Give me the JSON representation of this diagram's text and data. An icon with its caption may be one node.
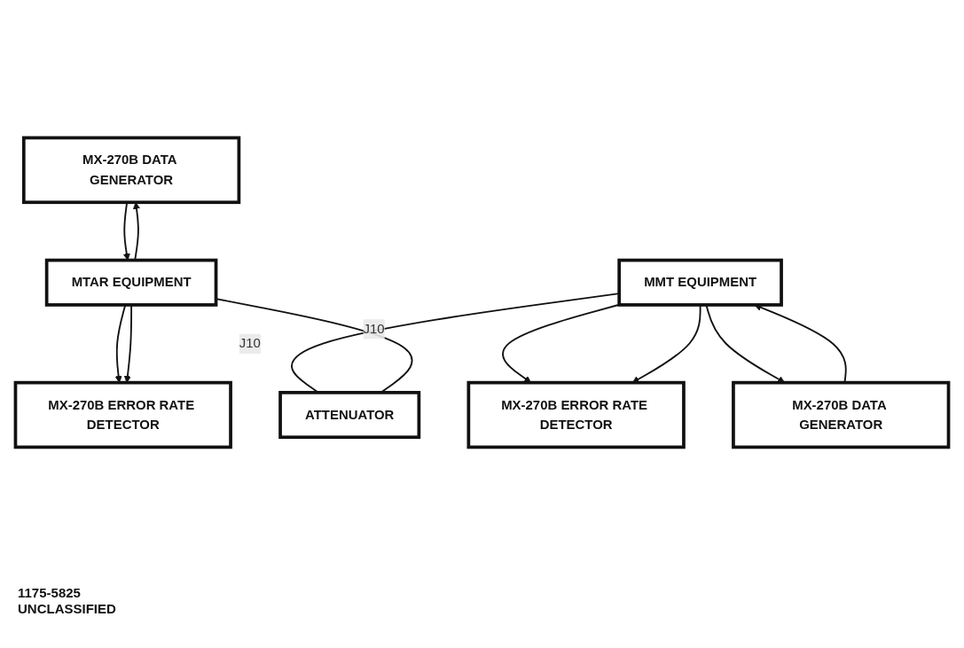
{
  "diagram": {
    "nodes": [
      {
        "text": [
          "MX-270B ERROR RATE DETECTOR"
        ]
      },
      {
        "text": [
          "MX-270B DATA GENERATOR"
        ]
      },
      {
        "text": [
          "MMT EQUIPMENT"
        ]
      },
      {
        "text": [
          "MX-270B DATA GENERATOR"
        ]
      },
      {
        "text": [
          "MX-270B ERROR RATE DETECTOR"
        ]
      },
      {
        "text": [
          "MTAR EQUIPMENT"
        ]
      },
      {
        "text": [
          "ATTENUATOR"
        ]
      }
    ],
    "edges": [
      {
        "from": 2,
        "to": 0,
        "arrow": "to"
      },
      {
        "from": 2,
        "to": 0,
        "arrow": "to"
      },
      {
        "from": 3,
        "to": 2,
        "arrow": "to"
      },
      {
        "from": 2,
        "to": 3,
        "arrow": "to"
      },
      {
        "from": 5,
        "to": 1,
        "arrow": "to"
      },
      {
        "from": 1,
        "to": 5,
        "arrow": "to"
      },
      {
        "from": 5,
        "to": 4,
        "arrow": "to"
      },
      {
        "from": 5,
        "to": 4,
        "arrow": "to"
      },
      {
        "from": 2,
        "to": 6,
        "arrow": "none",
        "label": "J10"
      },
      {
        "from": 5,
        "to": 6,
        "arrow": "none",
        "label": "J10"
      }
    ],
    "labels": [
      "1175-5825",
      "UNCLASSIFIED"
    ]
  }
}
